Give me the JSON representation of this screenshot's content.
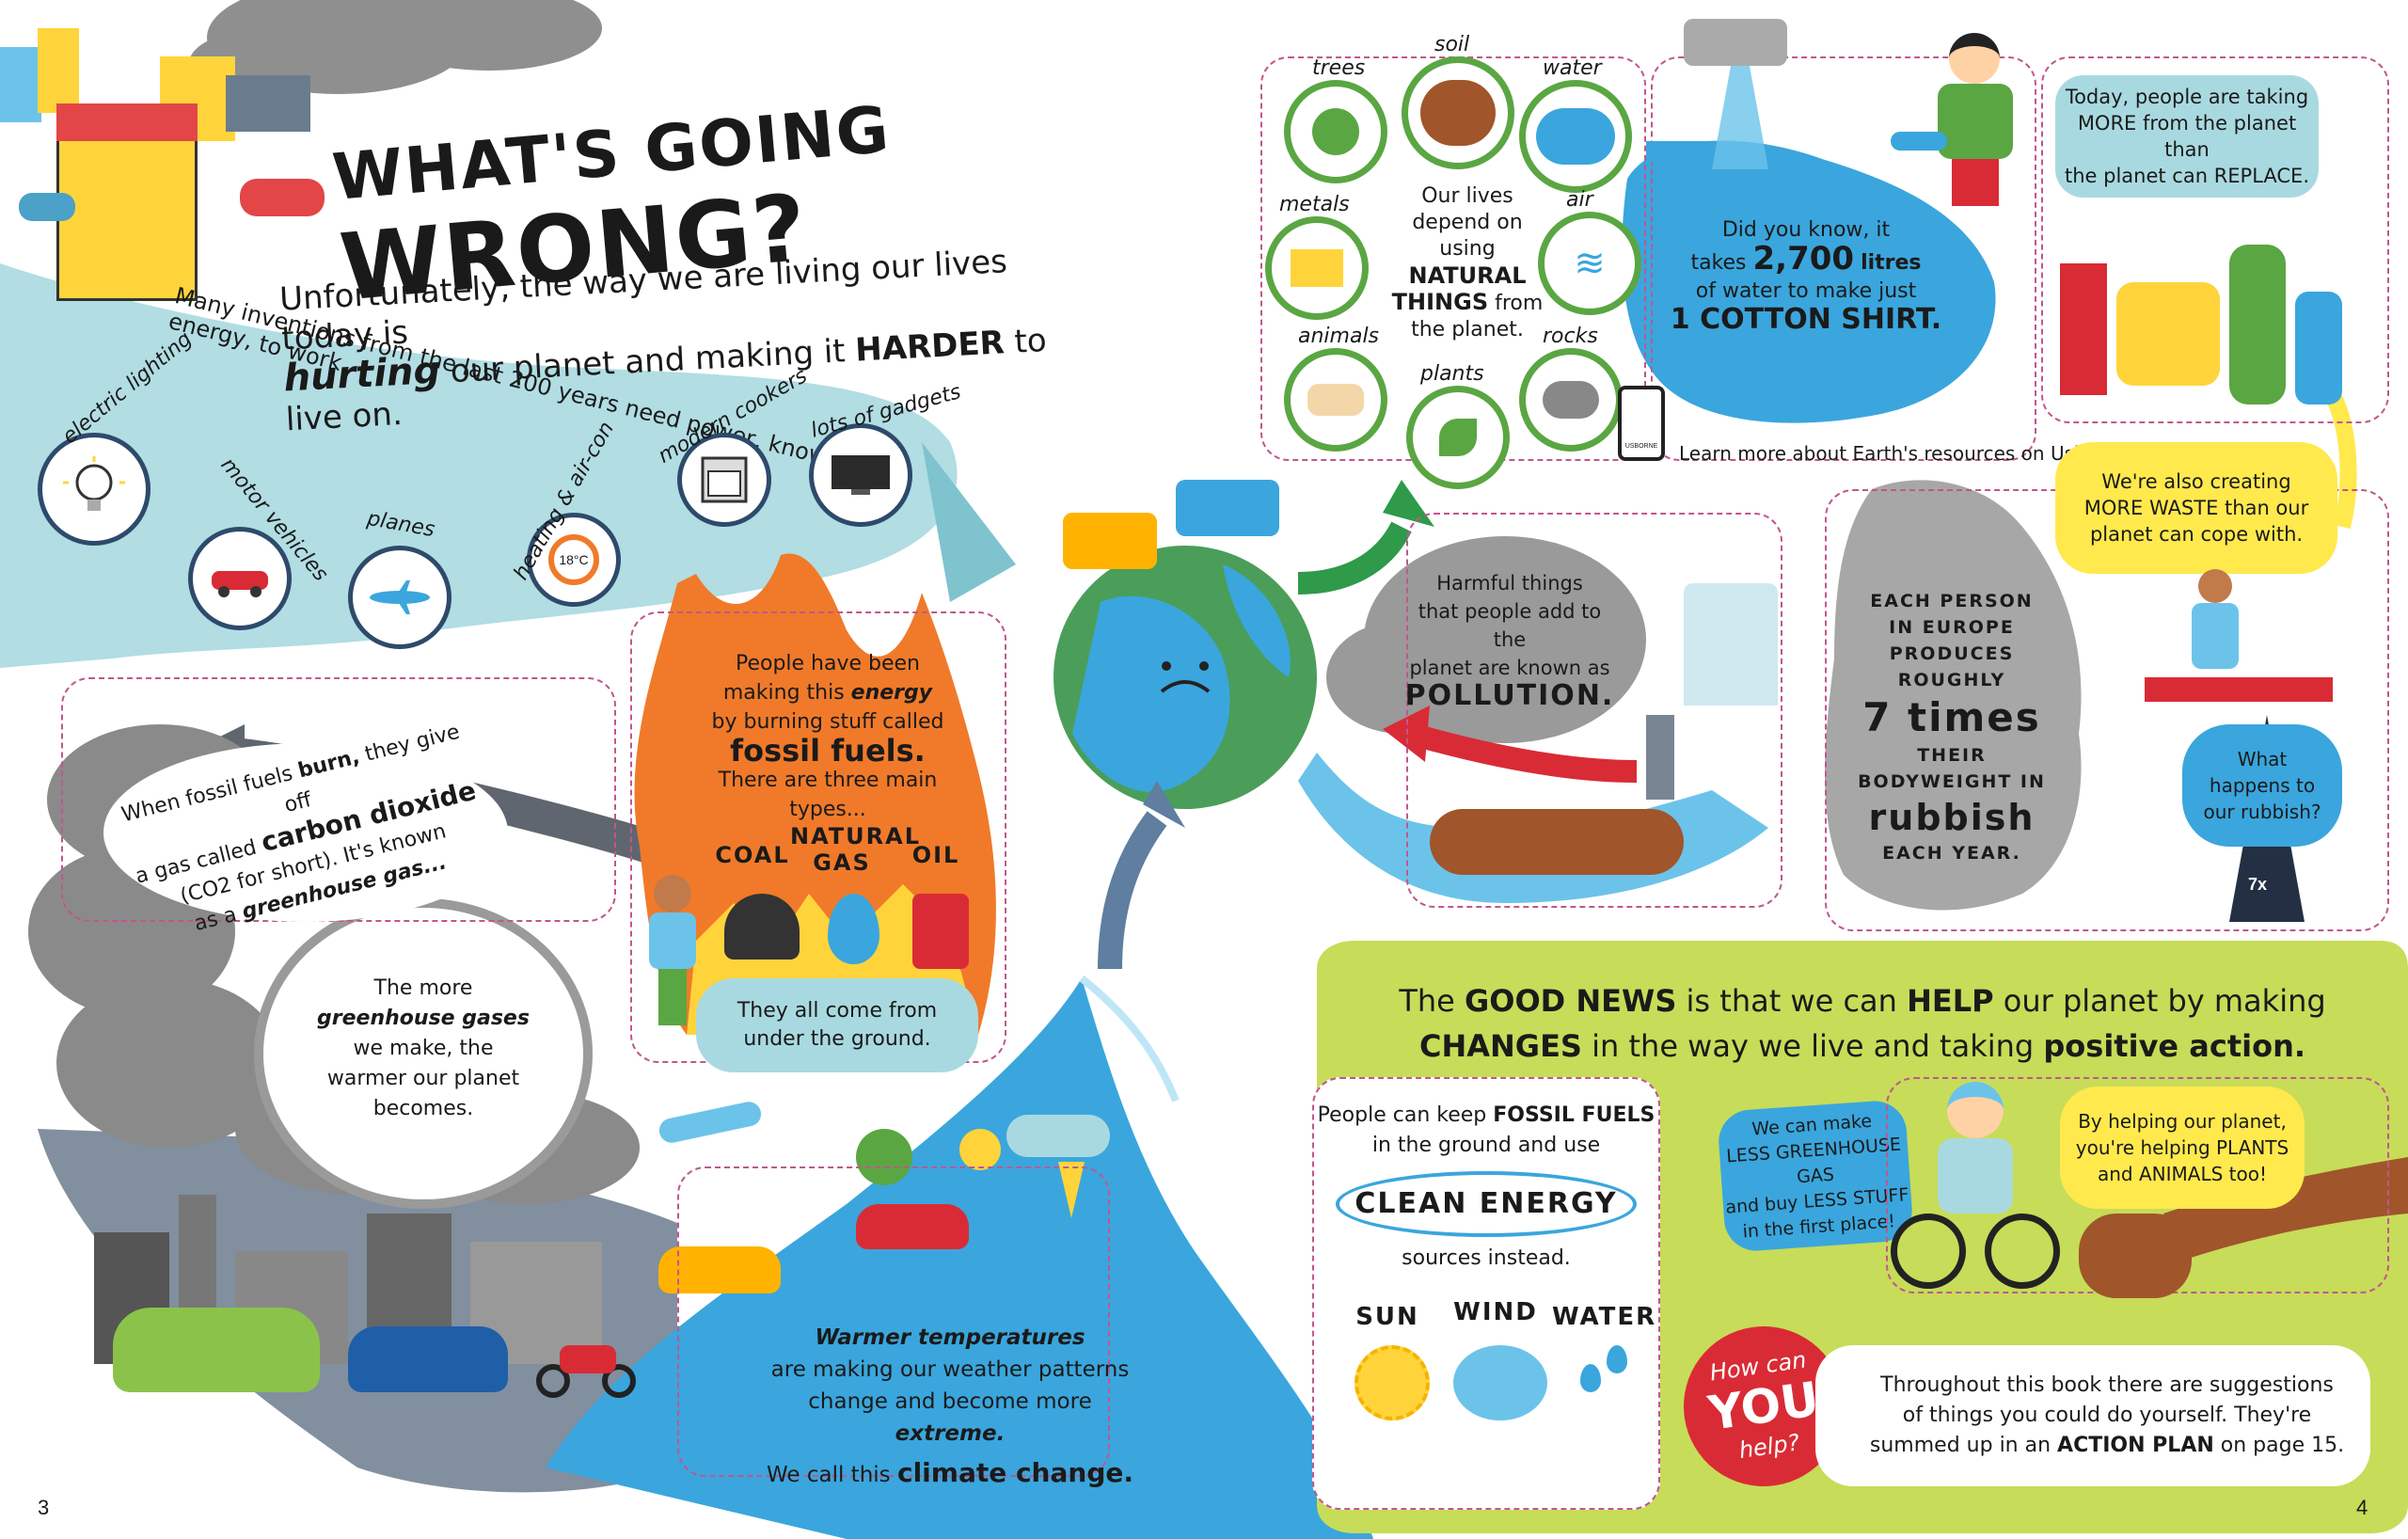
{
  "header": {
    "title_part1": "WHAT'S GOING",
    "title_part2": "WRONG?",
    "intro_line1": "Unfortunately, the way we are living our lives today is",
    "intro_line2a": "hurting",
    "intro_line2b": "our planet and making it",
    "intro_line2c": "HARDER",
    "intro_line2d": "to live on."
  },
  "energy": {
    "caption": "Many inventions from the last 200 years need power, known as energy, to work.",
    "items": [
      {
        "label": "electric lighting",
        "icon": "light-bulb-icon"
      },
      {
        "label": "motor vehicles",
        "icon": "car-icon"
      },
      {
        "label": "planes",
        "icon": "plane-icon"
      },
      {
        "label": "heating & air-con",
        "icon": "thermostat-icon",
        "value": "18°C"
      },
      {
        "label": "modern cookers",
        "icon": "oven-icon"
      },
      {
        "label": "lots of gadgets",
        "icon": "tv-icon"
      }
    ]
  },
  "fossil": {
    "text1": "People have been",
    "text2": "making this",
    "text2b": "energy",
    "text3": "by burning stuff called",
    "text4": "fossil fuels.",
    "text5": "There are three main types...",
    "types": [
      "COAL",
      "NATURAL GAS",
      "OIL"
    ],
    "underground": "They all come from under the ground."
  },
  "co2": {
    "line1a": "When fossil fuels",
    "line1b": "burn,",
    "line1c": "they give off",
    "line2a": "a gas called",
    "line2b": "carbon dioxide",
    "line3": "(CO2 for short). It's known",
    "line4a": "as a",
    "line4b": "greenhouse gas..."
  },
  "greenhouse": {
    "line1": "The more",
    "line2": "greenhouse gases",
    "line3": "we make, the",
    "line4": "warmer our planet",
    "line5": "becomes."
  },
  "climate": {
    "line1": "Warmer temperatures",
    "line2": "are making our weather patterns",
    "line3a": "change and become more",
    "line3b": "extreme.",
    "line4a": "We call this",
    "line4b": "climate change."
  },
  "natural": {
    "labels": [
      "trees",
      "soil",
      "water",
      "metals",
      "air",
      "animals",
      "plants",
      "rocks"
    ],
    "text1": "Our lives",
    "text2": "depend on using",
    "text3": "NATURAL",
    "text4": "THINGS",
    "text4b": "from",
    "text5": "the planet."
  },
  "water": {
    "line1": "Did you know, it",
    "line2a": "takes",
    "line2b": "2,700",
    "line2c": "litres",
    "line3": "of water to make just",
    "line4": "1 COTTON SHIRT.",
    "quicklinks": "Learn more about Earth's resources on Usborne Quicklinks.",
    "tablet_label": "USBORNE"
  },
  "resources": {
    "line1": "Today, people are taking",
    "line2": "MORE from the planet than",
    "line3": "the planet can REPLACE."
  },
  "pollution": {
    "line1": "Harmful things",
    "line2": "that people add to the",
    "line3": "planet are known as",
    "line4": "POLLUTION."
  },
  "waste": {
    "bubble_line1": "We're also creating",
    "bubble_line2": "MORE WASTE than our",
    "bubble_line3": "planet can cope with.",
    "cloud_line1": "EACH PERSON",
    "cloud_line2": "IN EUROPE",
    "cloud_line3": "PRODUCES ROUGHLY",
    "cloud_line4": "7 times",
    "cloud_line5": "THEIR BODYWEIGHT IN",
    "cloud_line6": "rubbish",
    "cloud_line7": "EACH YEAR.",
    "question_line1": "What",
    "question_line2": "happens to",
    "question_line3": "our rubbish?",
    "scale_label": "7x"
  },
  "good_news": {
    "line1a": "The",
    "line1b": "GOOD NEWS",
    "line1c": "is that we can",
    "line1d": "HELP",
    "line1e": "our planet by making",
    "line2a": "CHANGES",
    "line2b": "in the way we live and taking",
    "line2c": "positive action.",
    "keep_line1a": "People can keep",
    "keep_line1b": "FOSSIL FUELS",
    "keep_line2": "in the ground and use",
    "clean_energy": "CLEAN ENERGY",
    "keep_line3": "sources instead.",
    "sources": [
      "SUN",
      "WIND",
      "WATER"
    ],
    "make_line1": "We can make",
    "make_line2": "LESS GREENHOUSE GAS",
    "make_line3": "and buy LESS STUFF",
    "make_line4": "in the first place!",
    "helping_line1": "By helping our planet,",
    "helping_line2": "you're helping PLANTS",
    "helping_line3": "and ANIMALS too!",
    "how_line1": "How can",
    "how_line2": "YOU",
    "how_line3": "help?",
    "action_line1": "Throughout this book there are suggestions",
    "action_line2": "of things you could do yourself. They're",
    "action_line3a": "summed up in an",
    "action_line3b": "ACTION PLAN",
    "action_line3c": "on page 15."
  },
  "page_numbers": {
    "left": "3",
    "right": "4"
  },
  "colors": {
    "ribbon": "#a9d9e0",
    "flame": "#f07a2a",
    "green": "#5aa642",
    "lime": "#c7dc58",
    "yellow": "#ffe94d",
    "river": "#3aa6dd",
    "red": "#d92b35",
    "grey": "#9a9a9a"
  }
}
